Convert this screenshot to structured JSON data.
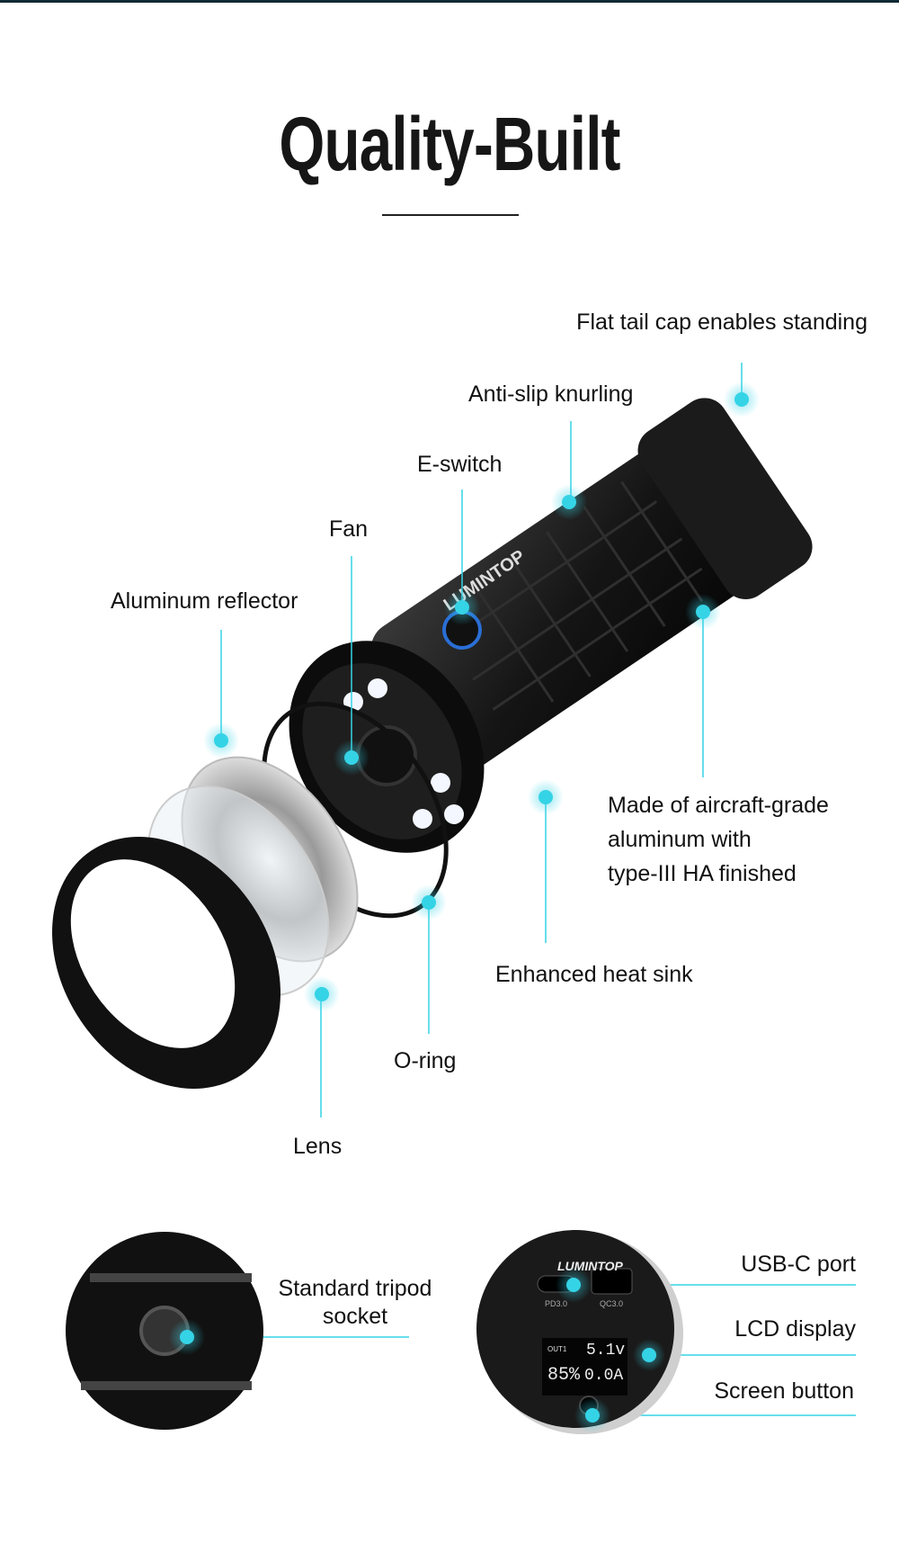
{
  "title": "Quality-Built",
  "accent_color": "#35d3e6",
  "callouts": {
    "tail_cap": "Flat tail cap enables standing",
    "knurling": "Anti-slip knurling",
    "e_switch": "E-switch",
    "fan": "Fan",
    "reflector": "Aluminum reflector",
    "body_line1": "Made of aircraft-grade",
    "body_line2": "aluminum with",
    "body_line3": "type-III HA finished",
    "heat_sink": "Enhanced heat sink",
    "o_ring": "O-ring",
    "lens": "Lens"
  },
  "detail_left": {
    "line1": "Standard tripod",
    "line2": "socket"
  },
  "detail_right": {
    "usb": "USB-C port",
    "lcd": "LCD display",
    "button": "Screen button",
    "brand": "LUMINTOP",
    "port1": "PD3.0",
    "port2": "QC3.0",
    "lcd_out": "OUT1",
    "lcd_voltage": "5.1v",
    "lcd_percent": "85%",
    "lcd_current": "0.0A"
  },
  "product_brand": "LUMINTOP"
}
